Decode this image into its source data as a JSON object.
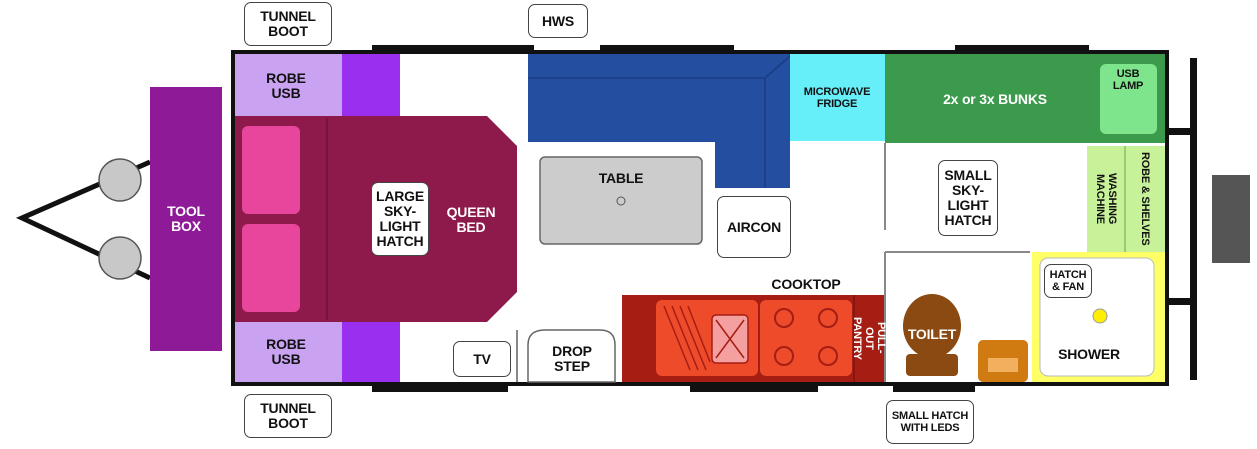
{
  "labels": {
    "tunnel_boot_top": "TUNNEL\nBOOT",
    "tunnel_boot_bottom": "TUNNEL\nBOOT",
    "hws": "HWS",
    "robe_usb_top": "ROBE\nUSB",
    "robe_usb_bottom": "ROBE\nUSB",
    "tool_box": "TOOL\nBOX",
    "large_sky_light_hatch": "LARGE\nSKY-\nLIGHT\nHATCH",
    "queen_bed": "QUEEN\nBED",
    "table": "TABLE",
    "aircon": "AIRCON",
    "microwave_fridge": "MICROWAVE\nFRIDGE",
    "bunks": "2x or 3x BUNKS",
    "usb_lamp": "USB\nLAMP",
    "small_sky_light_hatch": "SMALL\nSKY-\nLIGHT\nHATCH",
    "washing_machine": "WASHING MACHINE",
    "robe_shelves": "ROBE & SHELVES",
    "hatch_fan": "HATCH\n& FAN",
    "shower": "SHOWER",
    "cooktop": "COOKTOP",
    "pull_out_pantry": "PULL-\nOUT\nPANTRY",
    "toilet": "TOILET",
    "tv": "TV",
    "drop_step": "DROP\nSTEP",
    "small_hatch_leds": "SMALL HATCH\nWITH LEDS"
  },
  "colors": {
    "tool_box": "#8e1a98",
    "robe": "#c9a3f2",
    "robe_accent": "#9a2ff0",
    "bed": "#8e1a4c",
    "pillow": "#e8459c",
    "lounge": "#244ea0",
    "table": "#cccccc",
    "microwave_fridge": "#66eef9",
    "bunks": "#3b9a4c",
    "usb_lamp": "#7fe58c",
    "washing": "#c8f29a",
    "shower": "#ffff66",
    "kitchen": "#a51d13",
    "cooktop_panel": "#ee4b2b",
    "toilet": "#8a4a12",
    "step_unit": "#d07a12",
    "walls": "#111111"
  }
}
